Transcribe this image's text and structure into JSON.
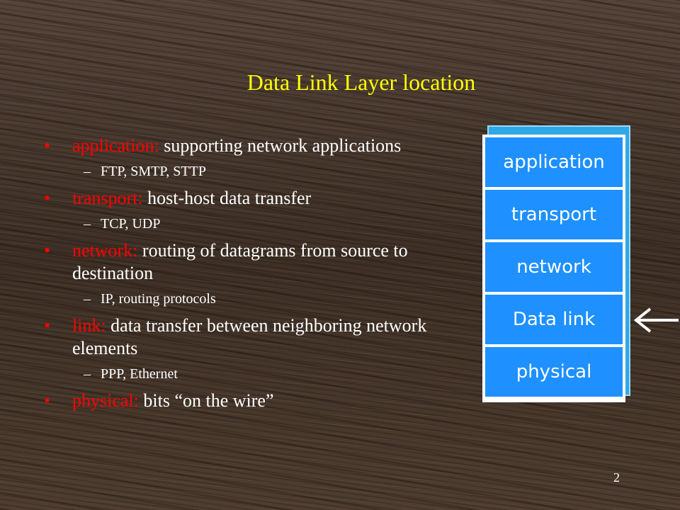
{
  "title": "Data Link Layer location",
  "bullets": [
    {
      "term": "application:",
      "text": " supporting network applications",
      "sub": [
        "FTP, SMTP, STTP"
      ]
    },
    {
      "term": "transport:",
      "text": " host-host data transfer",
      "sub": [
        "TCP, UDP"
      ]
    },
    {
      "term": "network:",
      "text": " routing of datagrams from source to destination",
      "sub": [
        "IP, routing protocols"
      ]
    },
    {
      "term": "link:",
      "text": " data transfer between neighboring network elements",
      "sub": [
        "PPP, Ethernet"
      ]
    },
    {
      "term": "physical:",
      "text": " bits “on the wire”",
      "sub": []
    }
  ],
  "stack": [
    "application",
    "transport",
    "network",
    "Data link",
    "physical"
  ],
  "page_number": "2",
  "colors": {
    "title": "#ffff00",
    "term": "#ff0000",
    "layer_fill": "#1e90ff",
    "stack_border": "#ffffff"
  },
  "arrow_icon": "left-arrow-icon"
}
